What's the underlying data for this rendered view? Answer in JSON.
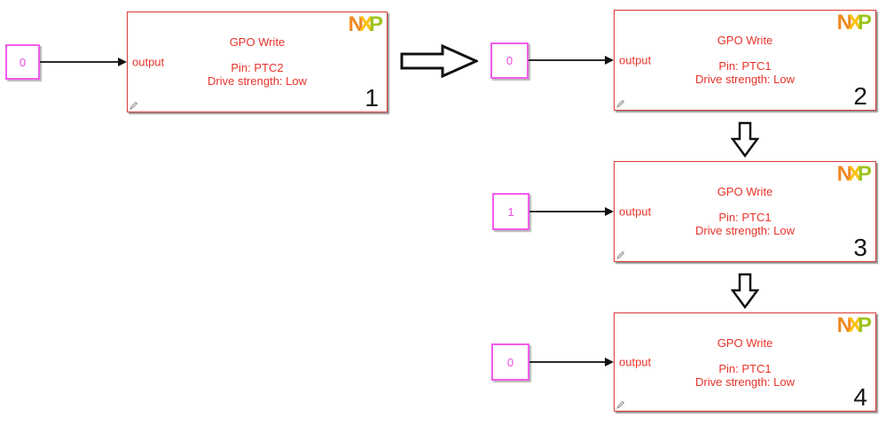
{
  "colors": {
    "block_border": "#d93a36",
    "block_text": "#e8332a",
    "constant_border": "#f25cec",
    "constant_text": "#ea49dd",
    "wire": "#2a2a2a",
    "block_number": "#161616",
    "logo_n": "#f0871f",
    "logo_x": "#ffc10e",
    "logo_p": "#9dc41e",
    "annotation_arrow": "#111111",
    "pencil": "#8a8a8a"
  },
  "logo": {
    "n": "N",
    "x": "X",
    "p": "P"
  },
  "groups": [
    {
      "constant_value": "0",
      "port_label": "output",
      "title": "GPO Write",
      "pin": "Pin: PTC2",
      "drive_strength": "Drive strength: Low",
      "number": "1"
    },
    {
      "constant_value": "0",
      "port_label": "output",
      "title": "GPO Write",
      "pin": "Pin: PTC1",
      "drive_strength": "Drive strength: Low",
      "number": "2"
    },
    {
      "constant_value": "1",
      "port_label": "output",
      "title": "GPO Write",
      "pin": "Pin: PTC1",
      "drive_strength": "Drive strength: Low",
      "number": "3"
    },
    {
      "constant_value": "0",
      "port_label": "output",
      "title": "GPO Write",
      "pin": "Pin: PTC1",
      "drive_strength": "Drive strength: Low",
      "number": "4"
    }
  ]
}
